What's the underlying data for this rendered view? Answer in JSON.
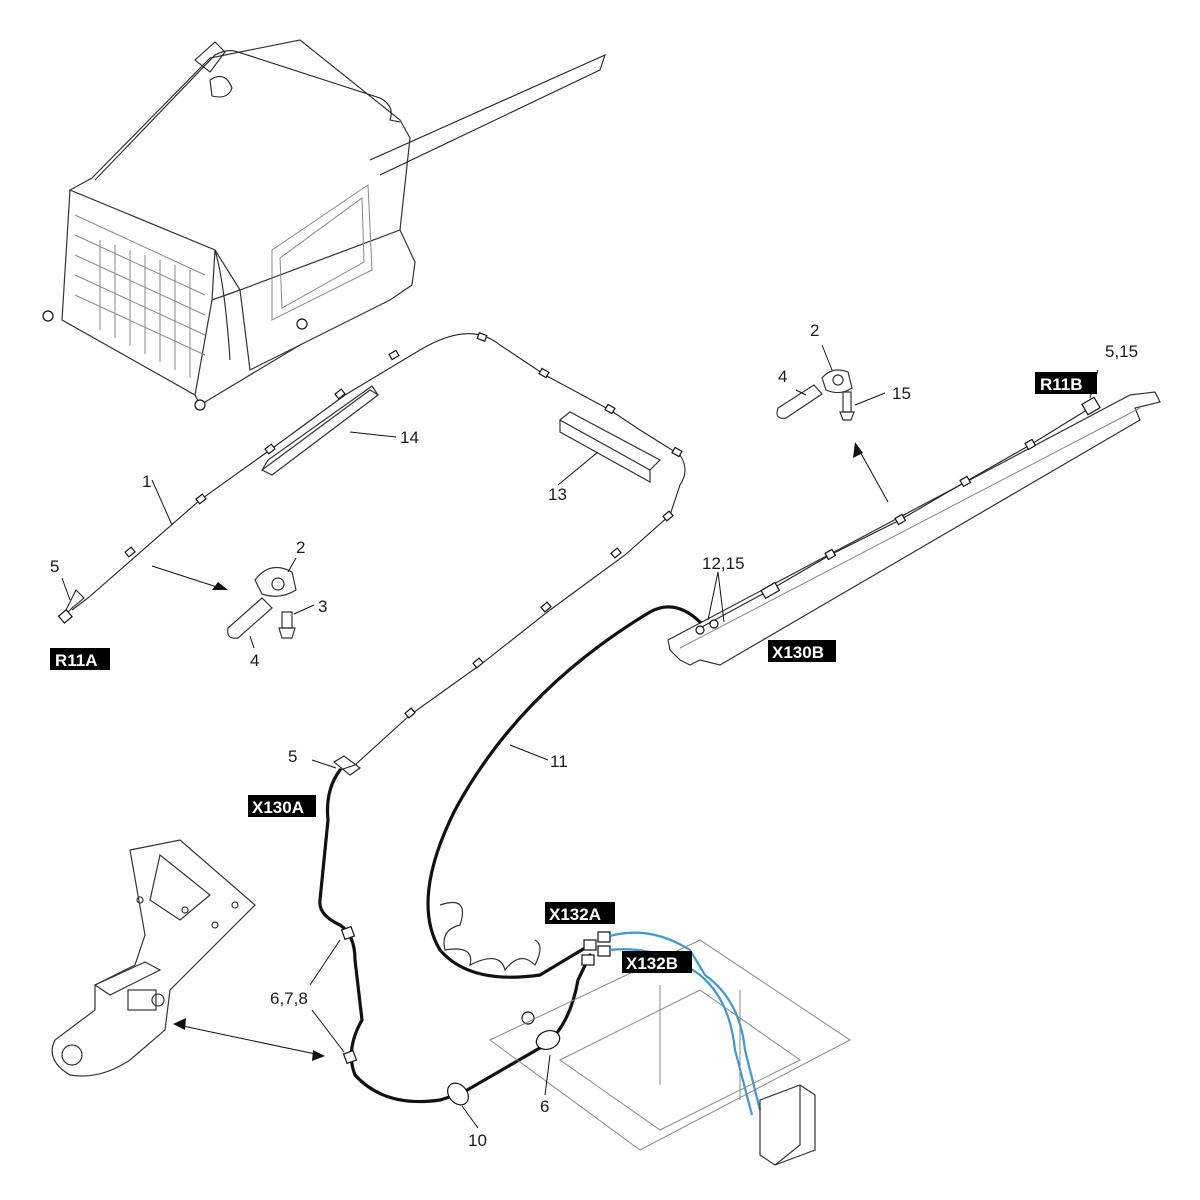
{
  "callouts": {
    "c1": "1",
    "c2_left": "2",
    "c2_top": "2",
    "c3": "3",
    "c4_left": "4",
    "c4_top": "4",
    "c5_left": "5",
    "c5_mid": "5",
    "c5_15": "5,15",
    "c6": "6",
    "c6_7_8": "6,7,8",
    "c10": "10",
    "c11": "11",
    "c12_15": "12,15",
    "c13": "13",
    "c14": "14",
    "c15": "15"
  },
  "connectors": {
    "r11a": "R11A",
    "r11b": "R11B",
    "x130a": "X130A",
    "x130b": "X130B",
    "x132a": "X132A",
    "x132b": "X132B"
  },
  "colors": {
    "line": "#111111",
    "part": "#333333",
    "light": "#888888",
    "blue_wire": "#3a9ad9",
    "tag_fill": "#000000",
    "tag_text": "#ffffff"
  }
}
